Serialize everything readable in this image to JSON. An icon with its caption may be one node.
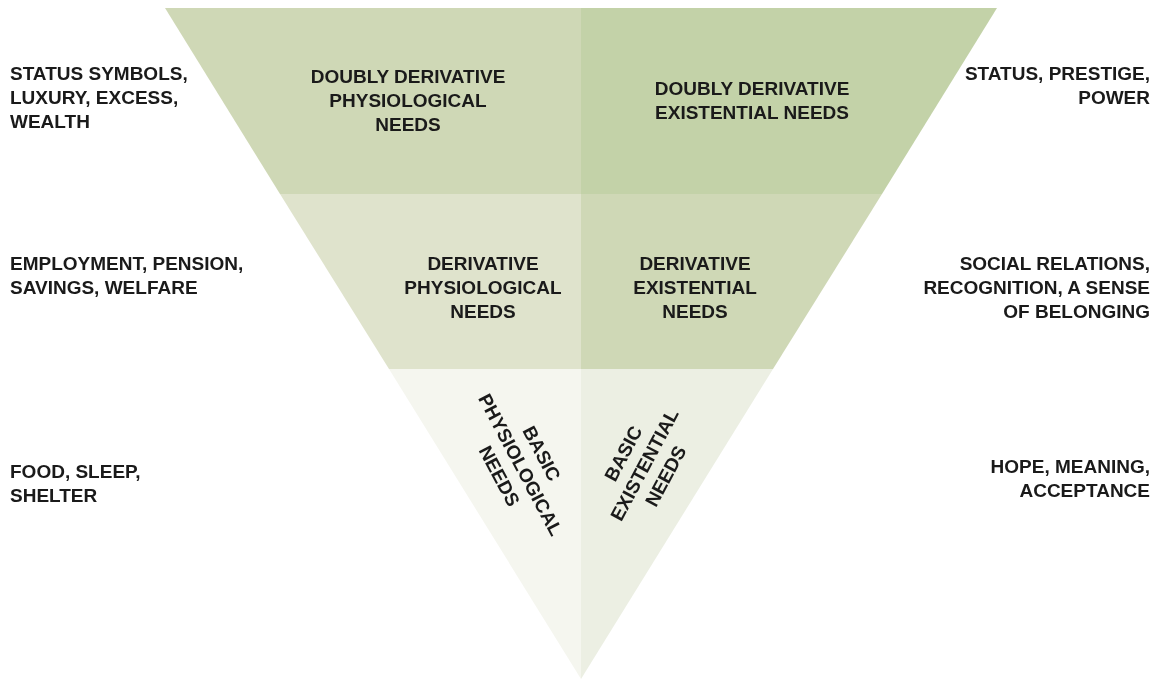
{
  "diagram": {
    "nodes": [
      {
        "text": [
          "DOUBLY DERIVATIVE PHYSIOLOGICAL NEEDS"
        ]
      },
      {
        "text": [
          "DOUBLY DERIVATIVE EXISTENTIAL NEEDS"
        ]
      },
      {
        "text": [
          "DERIVATIVE PHYSIOLOGICAL NEEDS"
        ]
      },
      {
        "text": [
          "DERIVATIVE EXISTENTIAL NEEDS"
        ]
      },
      {
        "text": [
          "BASIC PHYSIOLOGICAL NEEDS"
        ]
      },
      {
        "text": [
          "BASIC EXISTENTIAL NEEDS"
        ]
      }
    ],
    "edges": [],
    "labels": [
      "STATUS SYMBOLS, LUXURY, EXCESS, WEALTH",
      "STATUS, PRESTIGE, POWER",
      "EMPLOYMENT, PENSION, SAVINGS, WELFARE",
      "SOCIAL RELATIONS, RECOGNITION, A SENSE OF BELONGING",
      "FOOD, SLEEP, SHELTER",
      "HOPE, MEANING, ACCEPTANCE"
    ]
  }
}
